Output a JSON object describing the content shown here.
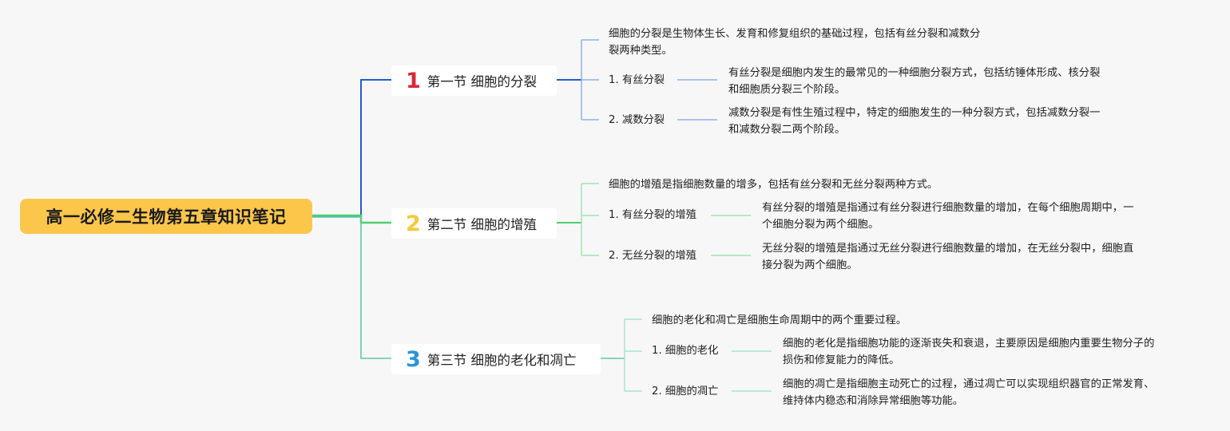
{
  "title": "高一必修二生物第五章知识笔记",
  "colors": {
    "root_bg": "#fbc64a",
    "section1": "#d8293a",
    "section2": "#f4c93c",
    "section3": "#2a94d6",
    "line1": "#1f5fc7",
    "line1_light": "#8fb0e6",
    "line2": "#4fcf6e",
    "line2_light": "#9fe3b0",
    "line3": "#5ec9a8",
    "line3_light": "#a8e3d0"
  },
  "sections": [
    {
      "number": "1",
      "title": "第一节 细胞的分裂",
      "intro": [
        "细胞的分裂是生物体生长、发育和修复组织的基础过程，包括有丝分裂和减数分",
        "裂两种类型。"
      ],
      "items": [
        {
          "label": "1. 有丝分裂",
          "detail": [
            "有丝分裂是细胞内发生的最常见的一种细胞分裂方式，包括纺锤体形成、核分裂",
            "和细胞质分裂三个阶段。"
          ]
        },
        {
          "label": "2. 减数分裂",
          "detail": [
            "减数分裂是有性生殖过程中，特定的细胞发生的一种分裂方式，包括减数分裂一",
            "和减数分裂二两个阶段。"
          ]
        }
      ]
    },
    {
      "number": "2",
      "title": "第二节 细胞的增殖",
      "intro": [
        "细胞的增殖是指细胞数量的增多，包括有丝分裂和无丝分裂两种方式。"
      ],
      "items": [
        {
          "label": "1. 有丝分裂的增殖",
          "detail": [
            "有丝分裂的增殖是指通过有丝分裂进行细胞数量的增加，在每个细胞周期中，一",
            "个细胞分裂为两个细胞。"
          ]
        },
        {
          "label": "2. 无丝分裂的增殖",
          "detail": [
            "无丝分裂的增殖是指通过无丝分裂进行细胞数量的增加，在无丝分裂中，细胞直",
            "接分裂为两个细胞。"
          ]
        }
      ]
    },
    {
      "number": "3",
      "title": "第三节 细胞的老化和凋亡",
      "intro": [
        "细胞的老化和凋亡是细胞生命周期中的两个重要过程。"
      ],
      "items": [
        {
          "label": "1. 细胞的老化",
          "detail": [
            "细胞的老化是指细胞功能的逐渐丧失和衰退，主要原因是细胞内重要生物分子的",
            "损伤和修复能力的降低。"
          ]
        },
        {
          "label": "2. 细胞的凋亡",
          "detail": [
            "细胞的凋亡是指细胞主动死亡的过程，通过凋亡可以实现组织器官的正常发育、",
            "维持体内稳态和消除异常细胞等功能。"
          ]
        }
      ]
    }
  ]
}
